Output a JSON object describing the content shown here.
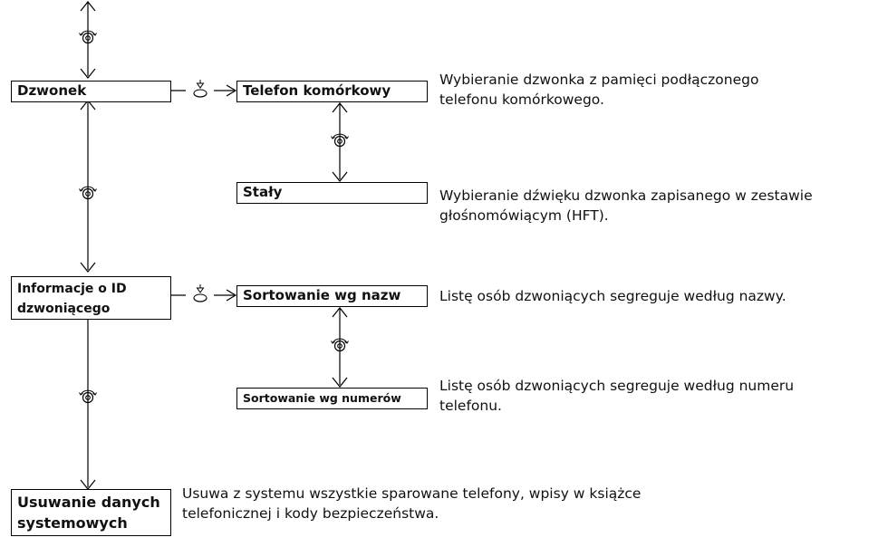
{
  "menu": {
    "dzwonek": "Dzwonek",
    "telefon_komorkowy": "Telefon komórkowy",
    "staly": "Stały",
    "informacje_id_line1": "Informacje o ID",
    "informacje_id_line2": "dzwoniącego",
    "sortowanie_nazw": "Sortowanie wg nazw",
    "sortowanie_numerow": "Sortowanie wg numerów",
    "usuwanie_line1": "Usuwanie danych",
    "usuwanie_line2": "systemowych"
  },
  "descriptions": {
    "telefon_komorkowy_line1": "Wybieranie dzwonka z pamięci podłączonego",
    "telefon_komorkowy_line2": "telefonu komórkowego.",
    "staly_line1": "Wybieranie dźwięku dzwonka zapisanego w zestawie",
    "staly_line2": "głośnomówiącym (HFT).",
    "sortowanie_nazw": "Listę osób dzwoniących segreguje według nazwy.",
    "sortowanie_numerow_line1": "Listę osób dzwoniących segreguje według numeru",
    "sortowanie_numerow_line2": "telefonu.",
    "usuwanie_line1": "Usuwa z systemu wszystkie sparowane telefony, wpisy w książce",
    "usuwanie_line2": "telefonicznej i kody bezpieczeństwa."
  },
  "icons": {
    "rotary_knob": "rotary-knob-icon",
    "push_knob": "push-knob-icon"
  }
}
